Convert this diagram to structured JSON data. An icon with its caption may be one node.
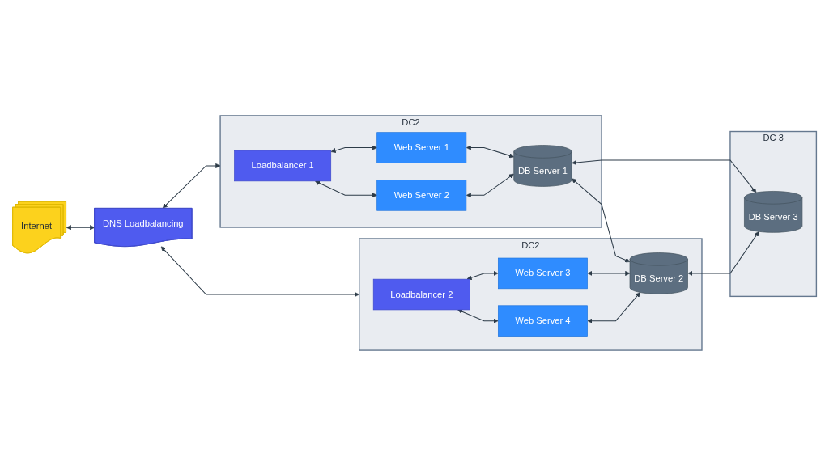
{
  "diagram": {
    "nodes": [
      {
        "text": [
          "Internet"
        ]
      },
      {
        "text": [
          "DNS Loadbalancing"
        ]
      },
      {
        "text": [
          "DC2"
        ]
      },
      {
        "text": [
          "Loadbalancer 1"
        ],
        "in": 2
      },
      {
        "text": [
          "Web Server 1"
        ],
        "in": 2
      },
      {
        "text": [
          "Web Server 2"
        ],
        "in": 2
      },
      {
        "text": [
          "DB Server 1"
        ],
        "in": 2
      },
      {
        "text": [
          "DC2"
        ]
      },
      {
        "text": [
          "Loadbalancer 2"
        ],
        "in": 7
      },
      {
        "text": [
          "Web Server 3"
        ],
        "in": 7
      },
      {
        "text": [
          "Web Server 4"
        ],
        "in": 7
      },
      {
        "text": [
          "DB Server 2"
        ],
        "in": 7
      },
      {
        "text": [
          "DC 3"
        ]
      },
      {
        "text": [
          "DB Server 3"
        ],
        "in": 12
      }
    ],
    "edges": [
      {
        "from": 0,
        "to": 1,
        "arrow": "both"
      },
      {
        "from": 1,
        "to": 2,
        "arrow": "both"
      },
      {
        "from": 1,
        "to": 7,
        "arrow": "both"
      },
      {
        "from": 3,
        "to": 4,
        "arrow": "both"
      },
      {
        "from": 3,
        "to": 5,
        "arrow": "both"
      },
      {
        "from": 4,
        "to": 6,
        "arrow": "both"
      },
      {
        "from": 5,
        "to": 6,
        "arrow": "both"
      },
      {
        "from": 6,
        "to": 13,
        "arrow": "both"
      },
      {
        "from": 6,
        "to": 11,
        "arrow": "both"
      },
      {
        "from": 8,
        "to": 9,
        "arrow": "both"
      },
      {
        "from": 8,
        "to": 10,
        "arrow": "both"
      },
      {
        "from": 9,
        "to": 11,
        "arrow": "both"
      },
      {
        "from": 10,
        "to": 11,
        "arrow": "both"
      },
      {
        "from": 11,
        "to": 13,
        "arrow": "both"
      }
    ]
  }
}
